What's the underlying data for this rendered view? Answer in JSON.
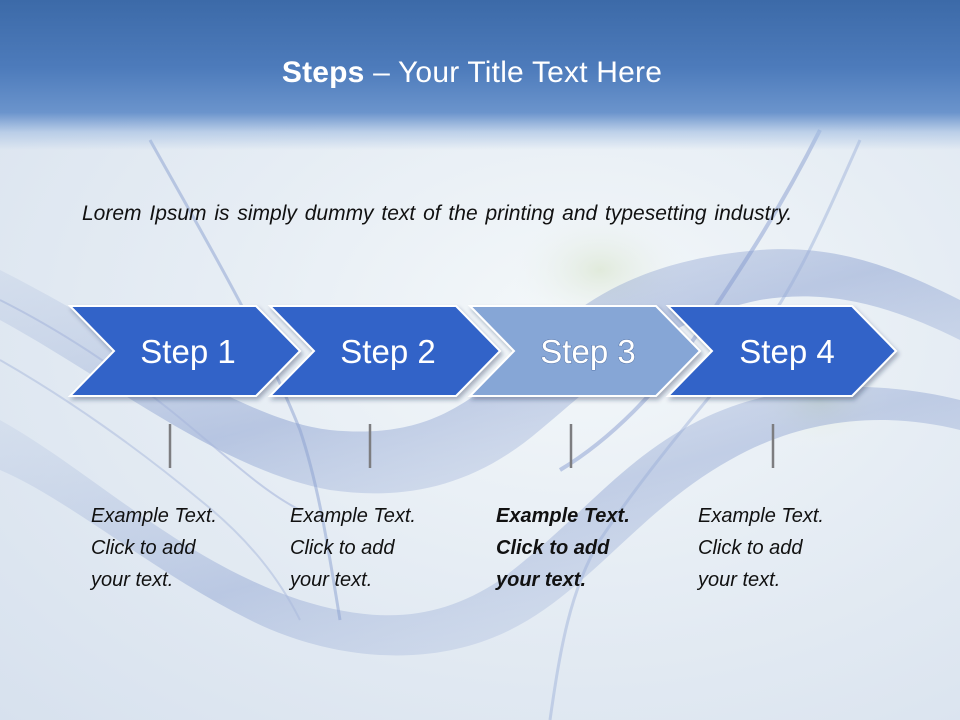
{
  "title": {
    "bold": "Steps",
    "rest": " – Your Title Text Here"
  },
  "intro": "Lorem Ipsum is simply dummy text of the printing and typesetting industry.",
  "steps": [
    {
      "label": "Step 1",
      "lines": [
        "Example Text.",
        "Click  to add",
        "your text."
      ],
      "highlighted": false
    },
    {
      "label": "Step 2",
      "lines": [
        "Example Text.",
        "Click  to add",
        "your text."
      ],
      "highlighted": false
    },
    {
      "label": "Step 3",
      "lines": [
        "Example Text.",
        "Click  to add",
        "your text."
      ],
      "highlighted": true
    },
    {
      "label": "Step 4",
      "lines": [
        "Example Text.",
        "Click  to add",
        "your text."
      ],
      "highlighted": false
    }
  ],
  "colors": {
    "chevron": "#3264c8",
    "chevron_highlight": "#86a6d6",
    "title_band": "#4a78b8"
  }
}
